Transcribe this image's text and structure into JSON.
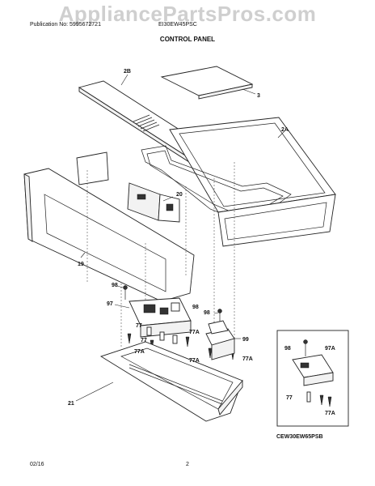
{
  "watermark": "AppliancePartsPros.com",
  "header": {
    "publication": "Publication No: 5995672721",
    "model": "EI30EW45PSC",
    "title": "CONTROL PANEL"
  },
  "callouts": {
    "c2b": "2B",
    "c3": "3",
    "c2a": "2A",
    "c20": "20",
    "c19": "19",
    "c98a": "98",
    "c97": "97",
    "c98b": "98",
    "c98c": "98",
    "c77a": "77",
    "c77b": "77",
    "c77Aa": "77A",
    "c77Ab": "77A",
    "c77Ac": "77A",
    "c77Ad": "77A",
    "c99": "99",
    "c21": "21",
    "inset98": "98",
    "inset97A": "97A",
    "inset77": "77",
    "inset77A": "77A"
  },
  "inset_caption": "CEW30EW65PSB",
  "footer": {
    "date": "02/16",
    "page": "2"
  }
}
